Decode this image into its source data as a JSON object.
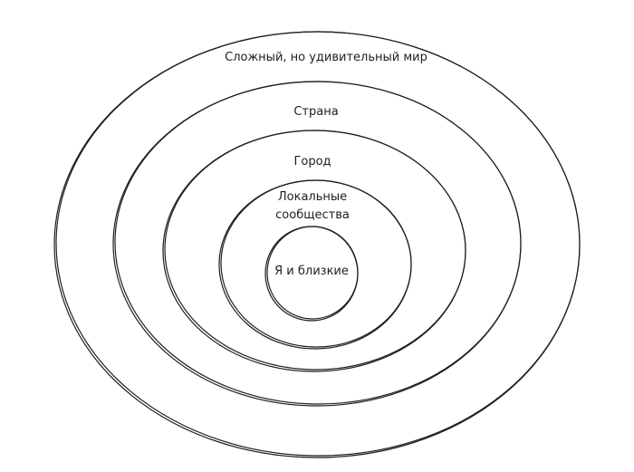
{
  "diagram": {
    "stroke_color": "#1e1e1e",
    "rings": [
      {
        "label": "Сложный, но удивительный мир"
      },
      {
        "label": "Страна"
      },
      {
        "label": "Город"
      },
      {
        "label": "Локальные\nсообщества",
        "line1": "Локальные",
        "line2": "сообщества"
      },
      {
        "label": "Я и близкие"
      }
    ]
  }
}
